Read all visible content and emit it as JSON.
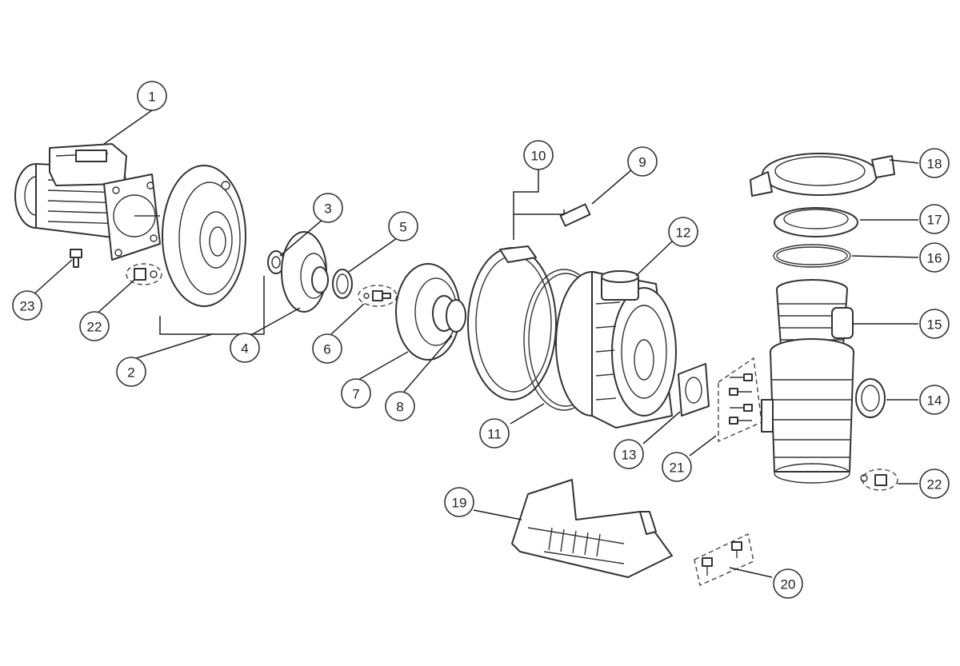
{
  "diagram": {
    "colors": {
      "line": "#333333",
      "background": "#ffffff"
    },
    "callouts": [
      {
        "id": "1",
        "label": "1"
      },
      {
        "id": "2",
        "label": "2"
      },
      {
        "id": "3",
        "label": "3"
      },
      {
        "id": "4",
        "label": "4"
      },
      {
        "id": "5",
        "label": "5"
      },
      {
        "id": "6",
        "label": "6"
      },
      {
        "id": "7",
        "label": "7"
      },
      {
        "id": "8",
        "label": "8"
      },
      {
        "id": "9",
        "label": "9"
      },
      {
        "id": "10",
        "label": "10"
      },
      {
        "id": "11",
        "label": "11"
      },
      {
        "id": "12",
        "label": "12"
      },
      {
        "id": "13",
        "label": "13"
      },
      {
        "id": "14",
        "label": "14"
      },
      {
        "id": "15",
        "label": "15"
      },
      {
        "id": "16",
        "label": "16"
      },
      {
        "id": "17",
        "label": "17"
      },
      {
        "id": "18",
        "label": "18"
      },
      {
        "id": "19",
        "label": "19"
      },
      {
        "id": "20",
        "label": "20"
      },
      {
        "id": "21",
        "label": "21"
      },
      {
        "id": "22a",
        "label": "22"
      },
      {
        "id": "22b",
        "label": "22"
      },
      {
        "id": "23",
        "label": "23"
      }
    ]
  }
}
